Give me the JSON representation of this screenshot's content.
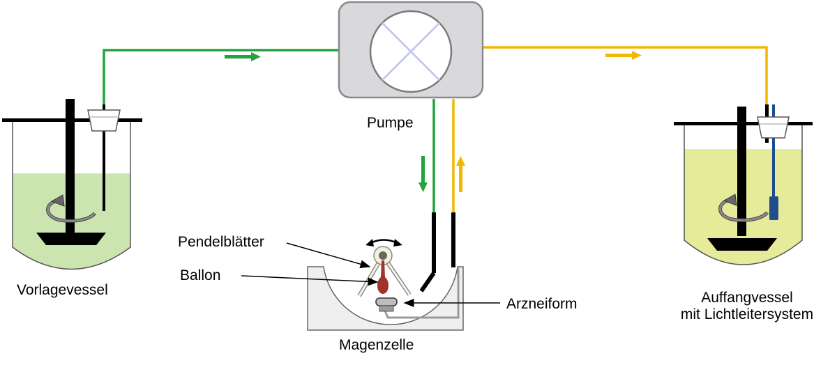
{
  "labels": {
    "pump": "Pumpe",
    "reservoir": "Vorlagevessel",
    "pendulum_blades": "Pendelblätter",
    "balloon": "Ballon",
    "dosage_form": "Arzneiform",
    "stomach_cell": "Magenzelle",
    "collection_line1": "Auffangvessel",
    "collection_line2": "mit Lichtleitersystem"
  },
  "colors": {
    "inflow_tube": "#22a33c",
    "outflow_tube": "#f2b800",
    "reservoir_liquid": "#cce5b0",
    "collection_liquid": "#e6eb9a",
    "pump_body": "#d9d9dc",
    "pump_wheel_lines": "#c8c8ee",
    "balloon": "#a0342d",
    "probe": "#1f4e8c",
    "stomach_cell_body": "#efefef"
  },
  "icons": {
    "rotation_arrow": "rotation-arrow-icon",
    "flow_arrow": "flow-arrow-icon",
    "pendulum_double_arrow": "pendulum-double-arrow-icon"
  }
}
